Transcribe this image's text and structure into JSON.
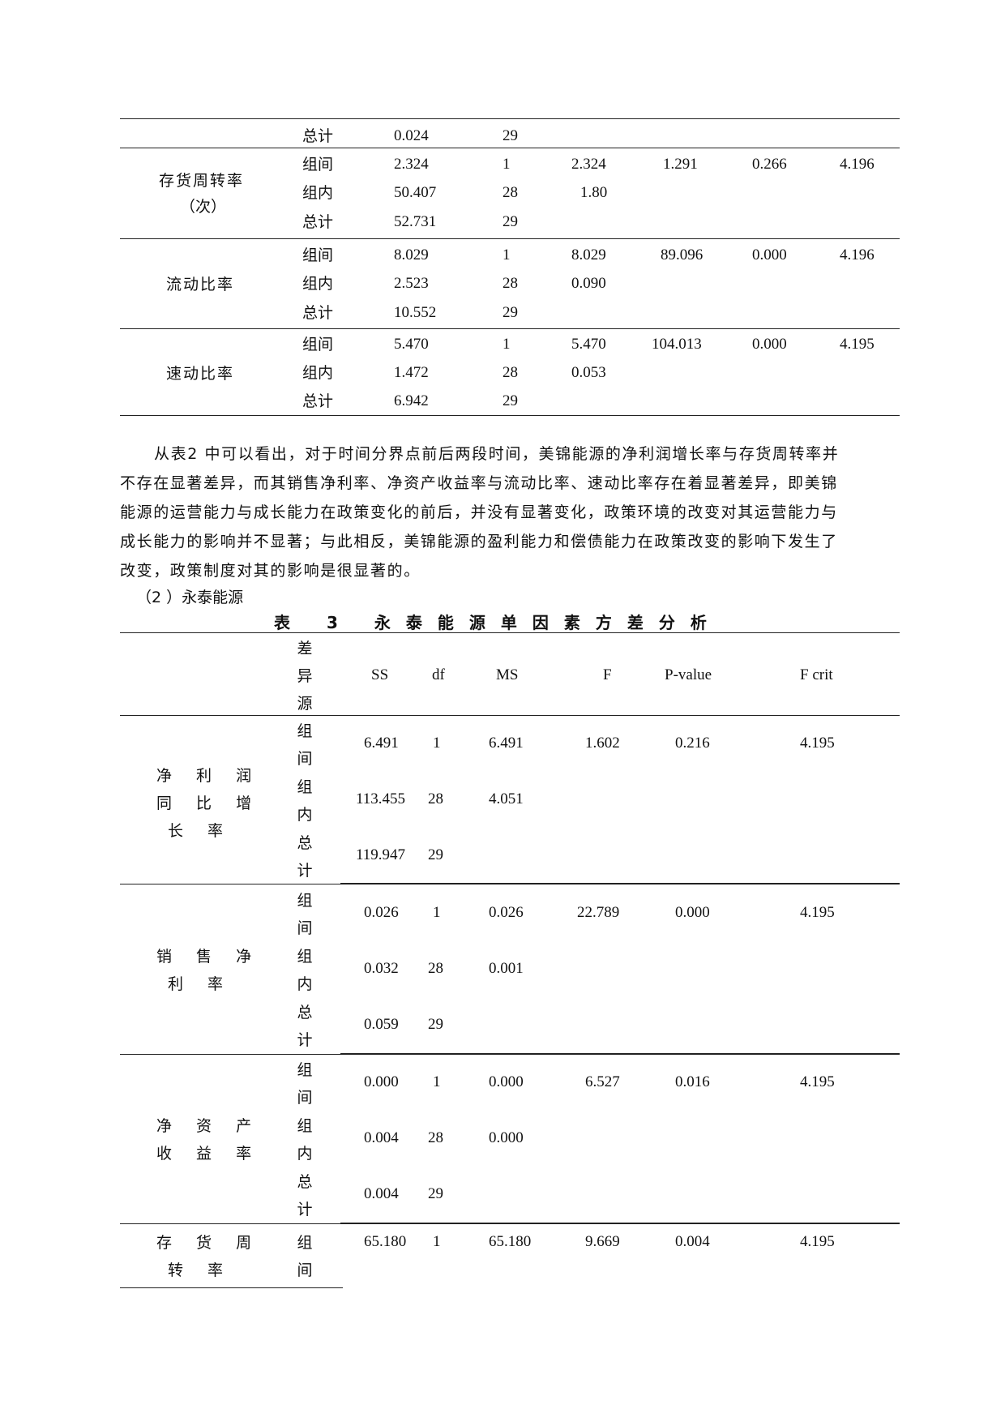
{
  "table2_continued": {
    "rows": [
      {
        "group": "",
        "source": "总计",
        "ss": "0.024",
        "df": "29",
        "ms": "",
        "f": "",
        "p": "",
        "fcrit": ""
      },
      {
        "group": "存货周转率（次）",
        "source": "组间",
        "ss": "2.324",
        "df": "1",
        "ms": "2.324",
        "f": "1.291",
        "p": "0.266",
        "fcrit": "4.196"
      },
      {
        "group": "",
        "source": "组内",
        "ss": "50.407",
        "df": "28",
        "ms": "1.80",
        "f": "",
        "p": "",
        "fcrit": ""
      },
      {
        "group": "",
        "source": "总计",
        "ss": "52.731",
        "df": "29",
        "ms": "",
        "f": "",
        "p": "",
        "fcrit": ""
      },
      {
        "group": "流动比率",
        "source": "组间",
        "ss": "8.029",
        "df": "1",
        "ms": "8.029",
        "f": "89.096",
        "p": "0.000",
        "fcrit": "4.196"
      },
      {
        "group": "",
        "source": "组内",
        "ss": "2.523",
        "df": "28",
        "ms": "0.090",
        "f": "",
        "p": "",
        "fcrit": ""
      },
      {
        "group": "",
        "source": "总计",
        "ss": "10.552",
        "df": "29",
        "ms": "",
        "f": "",
        "p": "",
        "fcrit": ""
      },
      {
        "group": "速动比率",
        "source": "组间",
        "ss": "5.470",
        "df": "1",
        "ms": "5.470",
        "f": "104.013",
        "p": "0.000",
        "fcrit": "4.195"
      },
      {
        "group": "",
        "source": "组内",
        "ss": "1.472",
        "df": "28",
        "ms": "0.053",
        "f": "",
        "p": "",
        "fcrit": ""
      },
      {
        "group": "",
        "source": "总计",
        "ss": "6.942",
        "df": "29",
        "ms": "",
        "f": "",
        "p": "",
        "fcrit": ""
      }
    ],
    "group_labels": {
      "inventory_line1": "存货周转率",
      "inventory_line2": "（次）",
      "current_ratio": "流动比率",
      "quick_ratio": "速动比率"
    }
  },
  "paragraph": "从表2 中可以看出，对于时间分界点前后两段时间，美锦能源的净利润增长率与存货周转率并不存在显著差异，而其销售净利率、净资产收益率与流动比率、速动比率存在着显著差异，即美锦能源的运营能力与成长能力在政策变化的前后，并没有显著变化，政策环境的改变对其运营能力与成长能力的影响并不显著；与此相反，美锦能源的盈利能力和偿债能力在政策改变的影响下发生了改变，政策制度对其的影响是很显著的。",
  "paragraph_lines": [
    "从表2 中可以看出，对于时间分界点前后两段时间，美锦能源的净利润增长率与存货周转率并",
    "不存在显著差异，而其销售净利率、净资产收益率与流动比率、速动比率存在着显著差异，即美锦",
    "能源的运营能力与成长能力在政策变化的前后，并没有显著变化，政策环境的改变对其运营能力与",
    "成长能力的影响并不显著；与此相反，美锦能源的盈利能力和偿债能力在政策改变的影响下发生了",
    "改变，政策制度对其的影响是很显著的。"
  ],
  "subheading": "（2 ）永泰能源",
  "table3": {
    "caption": "表 3 永泰能源单因素方差分析",
    "header": {
      "source_chars": [
        "差",
        "异",
        "源"
      ],
      "ss": "SS",
      "df": "df",
      "ms": "MS",
      "f": "F",
      "p": "P-value",
      "fcrit": "F crit"
    },
    "groups": [
      {
        "label_lines": [
          "净 利 润",
          "同 比 增",
          "长 率"
        ],
        "rows": [
          {
            "source_chars": [
              "组",
              "间"
            ],
            "ss": "6.491",
            "df": "1",
            "ms": "6.491",
            "f": "1.602",
            "p": "0.216",
            "fcrit": "4.195"
          },
          {
            "source_chars": [
              "组",
              "内"
            ],
            "ss": "113.455",
            "df": "28",
            "ms": "4.051",
            "f": "",
            "p": "",
            "fcrit": ""
          },
          {
            "source_chars": [
              "总",
              "计"
            ],
            "ss": "119.947",
            "df": "29",
            "ms": "",
            "f": "",
            "p": "",
            "fcrit": ""
          }
        ]
      },
      {
        "label_lines": [
          "销 售 净",
          "利 率"
        ],
        "rows": [
          {
            "source_chars": [
              "组",
              "间"
            ],
            "ss": "0.026",
            "df": "1",
            "ms": "0.026",
            "f": "22.789",
            "p": "0.000",
            "fcrit": "4.195"
          },
          {
            "source_chars": [
              "组",
              "内"
            ],
            "ss": "0.032",
            "df": "28",
            "ms": "0.001",
            "f": "",
            "p": "",
            "fcrit": ""
          },
          {
            "source_chars": [
              "总",
              "计"
            ],
            "ss": "0.059",
            "df": "29",
            "ms": "",
            "f": "",
            "p": "",
            "fcrit": ""
          }
        ]
      },
      {
        "label_lines": [
          "净 资 产",
          "收 益 率"
        ],
        "rows": [
          {
            "source_chars": [
              "组",
              "间"
            ],
            "ss": "0.000",
            "df": "1",
            "ms": "0.000",
            "f": "6.527",
            "p": "0.016",
            "fcrit": "4.195"
          },
          {
            "source_chars": [
              "组",
              "内"
            ],
            "ss": "0.004",
            "df": "28",
            "ms": "0.000",
            "f": "",
            "p": "",
            "fcrit": ""
          },
          {
            "source_chars": [
              "总",
              "计"
            ],
            "ss": "0.004",
            "df": "29",
            "ms": "",
            "f": "",
            "p": "",
            "fcrit": ""
          }
        ]
      },
      {
        "label_lines": [
          "存 货 周",
          "转 率"
        ],
        "rows": [
          {
            "source_chars": [
              "组",
              "间"
            ],
            "ss": "65.180",
            "df": "1",
            "ms": "65.180",
            "f": "9.669",
            "p": "0.004",
            "fcrit": "4.195"
          }
        ]
      }
    ]
  }
}
